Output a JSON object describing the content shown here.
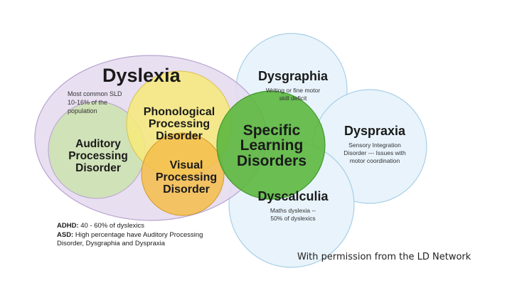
{
  "colors": {
    "dyslexia_fill": "#e5dcf0",
    "dyslexia_stroke": "#b8a3d0",
    "phonological_fill": "#f7ea7a",
    "visual_fill": "#f3bd4a",
    "auditory_fill": "#cfe2b4",
    "sld_fill": "#5cb83f",
    "satellite_fill": "#e8f3fb",
    "satellite_stroke": "#a9cfe6"
  },
  "dyslexia": {
    "title": "Dyslexia",
    "lines": [
      "Most common SLD",
      "10-16% of the",
      "population"
    ]
  },
  "phonological": {
    "lines": [
      "Phonological",
      "Processing",
      "Disorder"
    ]
  },
  "auditory": {
    "lines": [
      "Auditory",
      "Processing",
      "Disorder"
    ]
  },
  "visual": {
    "lines": [
      "Visual",
      "Processing",
      "Disorder"
    ]
  },
  "sld": {
    "lines": [
      "Specific",
      "Learning",
      "Disorders"
    ]
  },
  "dysgraphia": {
    "title": "Dysgraphia",
    "lines": [
      "Writing or fine motor",
      "skill deficit"
    ]
  },
  "dyspraxia": {
    "title": "Dyspraxia",
    "lines": [
      "Sensory Integration",
      "Disorder --- Issues with",
      "motor coordination"
    ]
  },
  "dyscalculia": {
    "title": "Dyscalculia",
    "lines": [
      "Maths dyslexia --",
      "50% of dyslexics"
    ]
  },
  "notes": {
    "adhd_label": "ADHD:",
    "adhd_text": "40 - 60% of dyslexics",
    "asd_label": "ASD:",
    "asd_text_1": "High percentage have Auditory Processing",
    "asd_text_2": "Disorder, Dysgraphia and Dyspraxia"
  },
  "credit": "With permission from the LD Network"
}
